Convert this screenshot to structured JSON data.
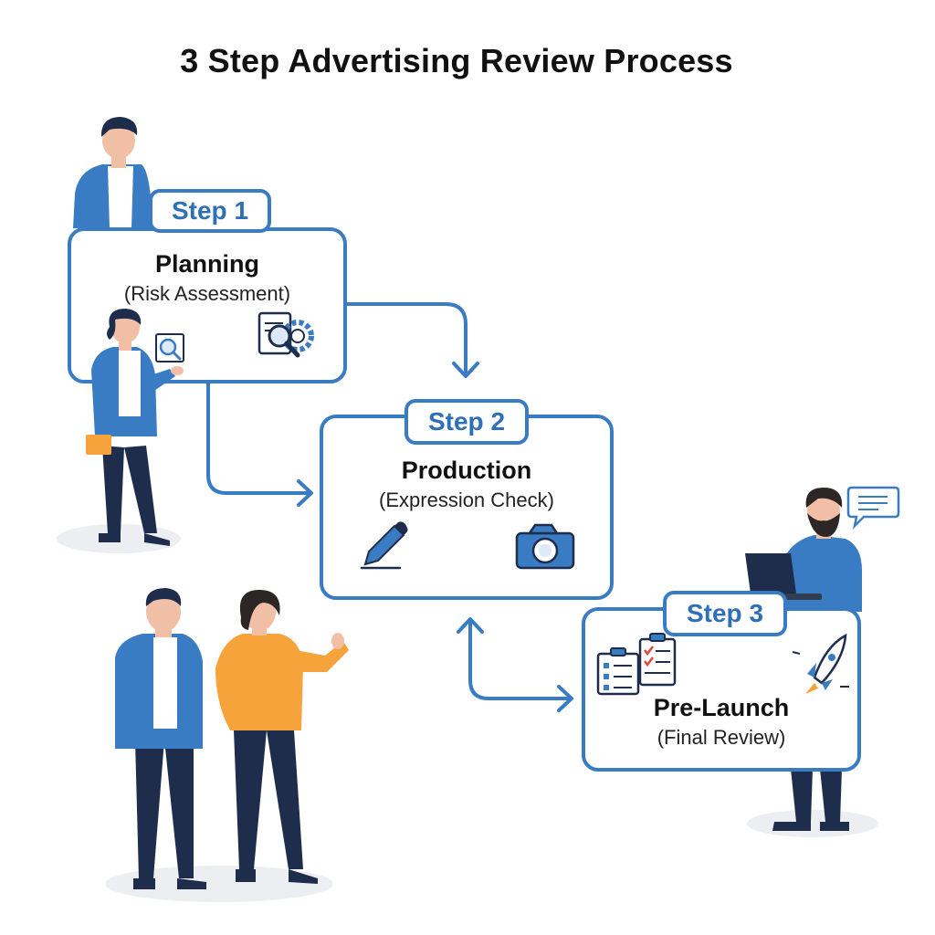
{
  "title": "3 Step Advertising Review Process",
  "colors": {
    "accent": "#3a7cc4",
    "badge_text": "#2f6fb5",
    "orange": "#f5a33a",
    "navy": "#1f2d4d"
  },
  "steps": [
    {
      "badge": "Step 1",
      "name": "Planning",
      "sub": "(Risk Assessment)",
      "icons": [
        "search-document-icon",
        "gear-magnifier-icon"
      ]
    },
    {
      "badge": "Step 2",
      "name": "Production",
      "sub": "(Expression Check)",
      "icons": [
        "pen-icon",
        "camera-icon"
      ]
    },
    {
      "badge": "Step 3",
      "name": "Pre-Launch",
      "sub": "(Final Review)",
      "icons": [
        "checklist-icon",
        "rocket-icon"
      ]
    }
  ]
}
